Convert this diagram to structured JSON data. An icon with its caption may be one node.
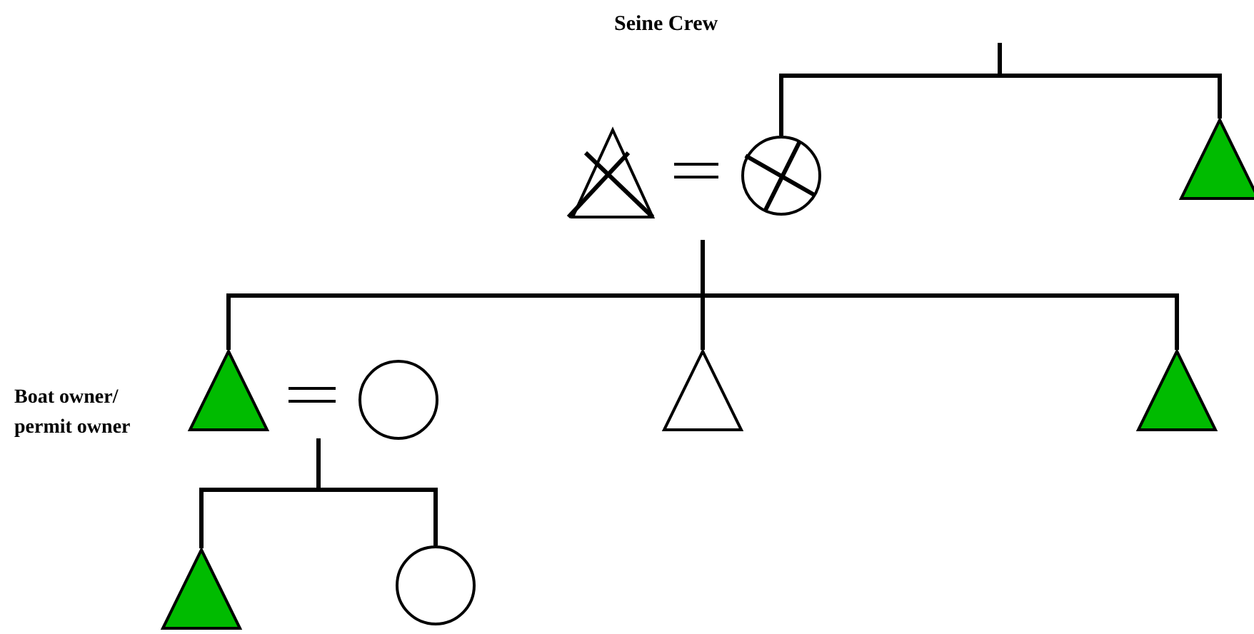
{
  "diagram": {
    "title": "Seine Crew",
    "nodes": [
      {
        "text": [],
        "shape": "triangle"
      },
      {
        "text": [],
        "shape": "circle"
      },
      {
        "text": [],
        "shape": "triangle"
      },
      {
        "text": [],
        "shape": "triangle",
        "beside": [
          "Boat owner/ permit owner"
        ]
      },
      {
        "text": [],
        "shape": "circle"
      },
      {
        "text": [],
        "shape": "triangle"
      },
      {
        "text": [],
        "shape": "triangle"
      },
      {
        "text": [],
        "shape": "triangle"
      },
      {
        "text": [],
        "shape": "circle"
      }
    ],
    "edges": [
      {
        "from": null,
        "to": 1,
        "arrow": "none"
      },
      {
        "from": null,
        "to": 2,
        "arrow": "none"
      },
      {
        "from": 0,
        "to": 1,
        "arrow": "none"
      },
      {
        "from": null,
        "to": 3,
        "arrow": "none"
      },
      {
        "from": null,
        "to": 5,
        "arrow": "none"
      },
      {
        "from": null,
        "to": 6,
        "arrow": "none"
      },
      {
        "from": 3,
        "to": 4,
        "arrow": "none"
      },
      {
        "from": null,
        "to": 7,
        "arrow": "none"
      },
      {
        "from": null,
        "to": 8,
        "arrow": "none"
      }
    ]
  }
}
